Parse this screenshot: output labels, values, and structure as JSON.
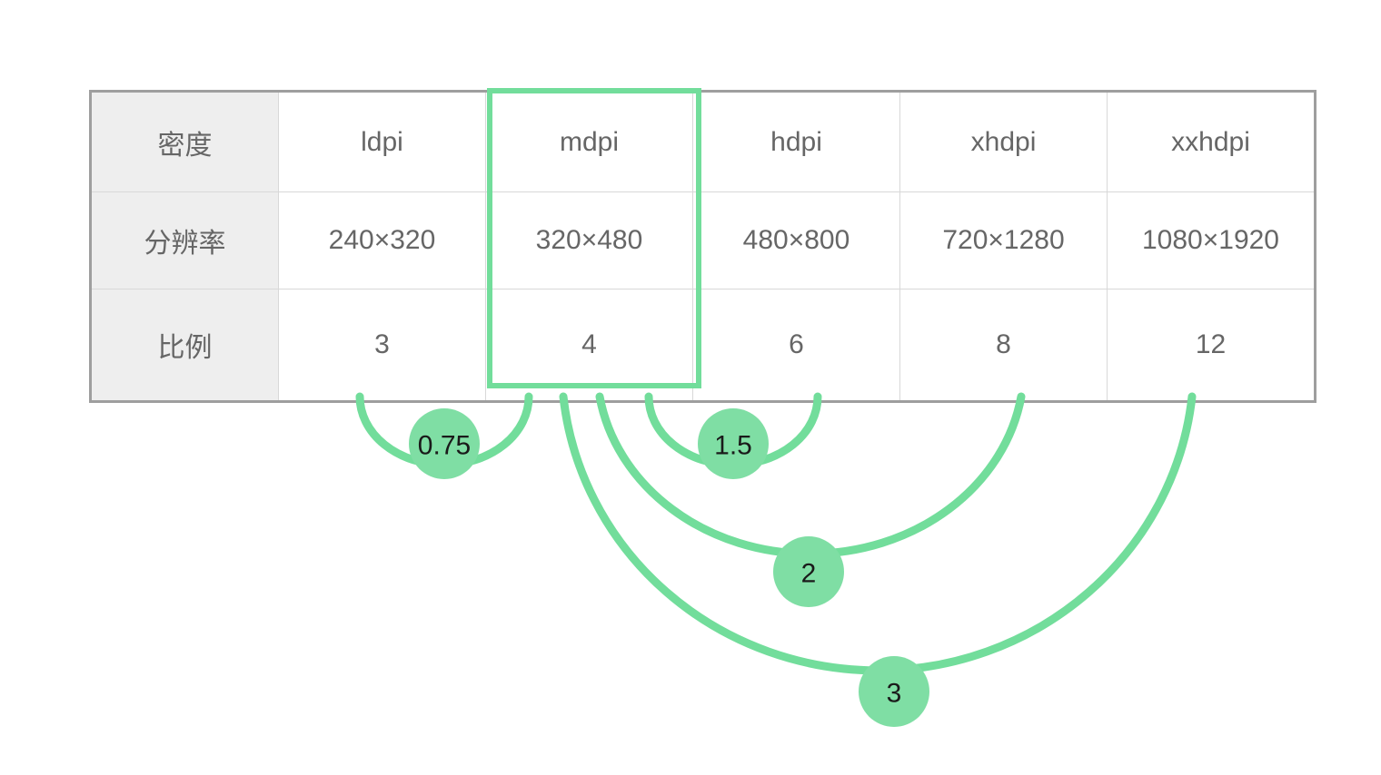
{
  "table": {
    "row_labels": [
      "密度",
      "分辨率",
      "比例"
    ],
    "columns": [
      {
        "density": "ldpi",
        "resolution": "240×320",
        "ratio": "3",
        "highlighted": false
      },
      {
        "density": "mdpi",
        "resolution": "320×480",
        "ratio": "4",
        "highlighted": true
      },
      {
        "density": "hdpi",
        "resolution": "480×800",
        "ratio": "6",
        "highlighted": false
      },
      {
        "density": "xhdpi",
        "resolution": "720×1280",
        "ratio": "8",
        "highlighted": false
      },
      {
        "density": "xxhdpi",
        "resolution": "1080×1920",
        "ratio": "12",
        "highlighted": false
      }
    ]
  },
  "arcs": [
    {
      "label": "0.75",
      "from": "mdpi",
      "to": "ldpi"
    },
    {
      "label": "1.5",
      "from": "mdpi",
      "to": "hdpi"
    },
    {
      "label": "2",
      "from": "mdpi",
      "to": "xhdpi"
    },
    {
      "label": "3",
      "from": "mdpi",
      "to": "xxhdpi"
    }
  ],
  "colors": {
    "accent_green": "#72dd9b",
    "badge_green": "#7fdea4",
    "ratio_text_green": "#4caf7d",
    "table_border": "#9e9e9e",
    "cell_border": "#d8d8d8",
    "header_cell_bg": "#eeeeee",
    "body_text": "#666666"
  }
}
